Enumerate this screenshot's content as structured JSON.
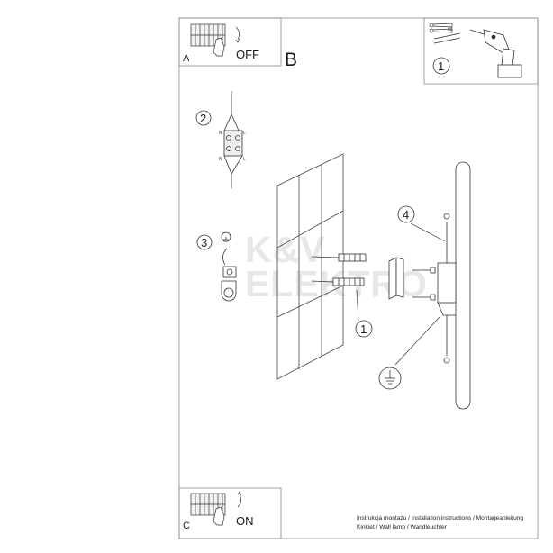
{
  "panel_a": {
    "letter": "A",
    "state": "OFF"
  },
  "panel_b": {
    "letter": "B"
  },
  "panel_c": {
    "letter": "C",
    "state": "ON"
  },
  "tools": {
    "quantity": "x2",
    "step": "1"
  },
  "steps": {
    "s1": "1",
    "s2": "2",
    "s3": "3",
    "s4": "4"
  },
  "wire_labels": {
    "n_top": "N",
    "l_top": "L",
    "n_bottom": "N",
    "l_bottom": "L"
  },
  "watermark": {
    "line1": "K&V",
    "line2": "ELEKTRO"
  },
  "footer": {
    "line1": "Instrukcja montażu / installation instructions / Montageanleitung",
    "line2": "Kinkiet / Wall lamp / Wandleuchter"
  },
  "colors": {
    "stroke": "#333333",
    "border": "#888888",
    "fill_light": "#eeeeee",
    "watermark": "#e7e7e7"
  }
}
